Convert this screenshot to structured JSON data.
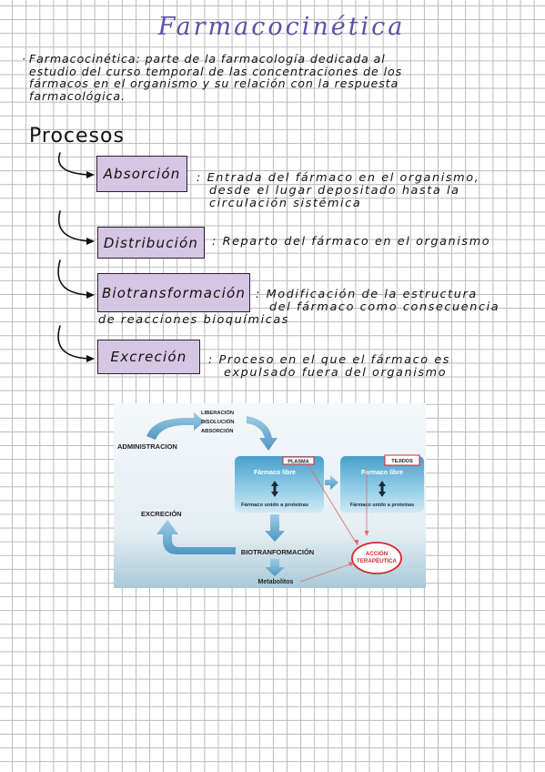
{
  "title": "Farmacocinética",
  "intro": {
    "bullet": "·",
    "line1": "Farmacocinética: parte de la farmacología dedicada al",
    "line2": "estudio del curso temporal de las concentraciones de los",
    "line3": "fármacos en el organismo y su relación con la respuesta",
    "line4": "farmacológica."
  },
  "processes_heading": "Procesos",
  "processes": [
    {
      "name": "Absorción",
      "desc_lines": [
        ": Entrada del fármaco en el organismo,",
        "desde el lugar depositado hasta la",
        "circulación sistémica"
      ]
    },
    {
      "name": "Distribución",
      "desc_lines": [
        ": Reparto del fármaco en el organismo"
      ]
    },
    {
      "name": "Biotransformación",
      "desc_lines": [
        ": Modificación de la estructura",
        "del fármaco como consecuencia",
        "de reacciones bioquímicas"
      ]
    },
    {
      "name": "Excreción",
      "desc_lines": [
        ": Proceso en el que el fármaco es",
        "expulsado fuera del organismo"
      ]
    }
  ],
  "diagram": {
    "administracion": "ADMINISTRACION",
    "liberacion": "LIBERACIÓN",
    "disolucion": "DISOLUCIÓN",
    "absorcion": "ABSORCIÓN",
    "plasma": "PLASMA",
    "tejidos": "TEJIDOS",
    "farmaco_libre_1": "Fármaco libre",
    "farmaco_libre_2": "Fármaco libre",
    "unido_1": "Fármaco unido a proteínas",
    "unido_2": "Fármaco unido a proteínas",
    "excrecion": "EXCRECIÓN",
    "biotransformacion": "BIOTRANFORMACIÓN",
    "metabolitos": "Metabolitos",
    "accion_1": "ACCIÓN",
    "accion_2": "TERAPÉUTICA",
    "colors": {
      "bg": "#e8f1f5",
      "box": "#5aaed3",
      "arrow": "#5fa4cc",
      "red": "#d9252b"
    }
  }
}
